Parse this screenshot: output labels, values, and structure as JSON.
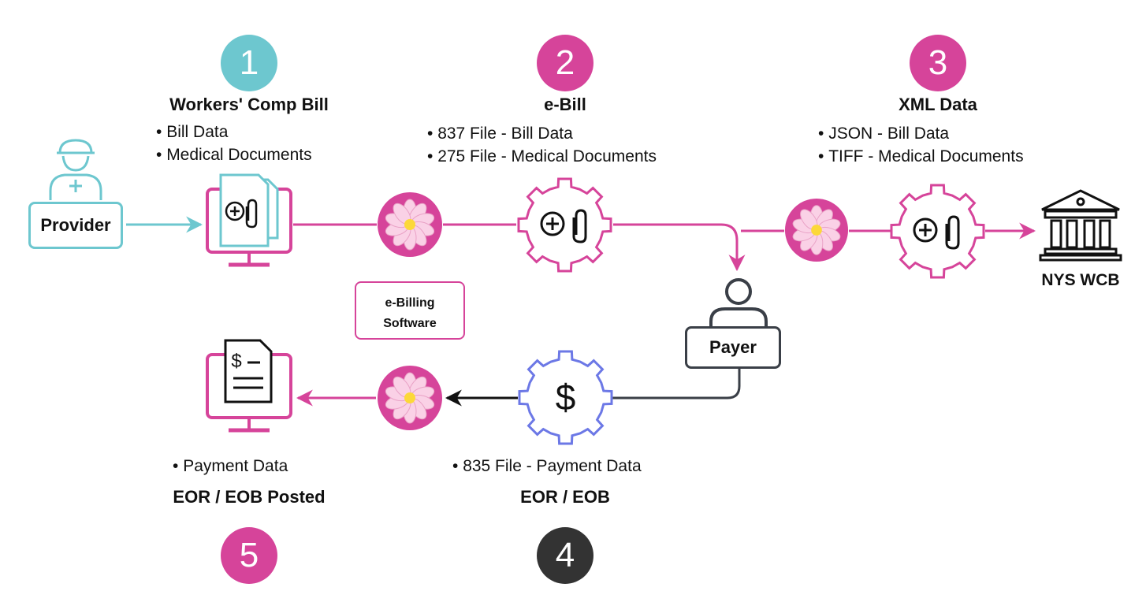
{
  "colors": {
    "teal": "#6dc7cf",
    "magenta": "#d6449a",
    "dark": "#333333",
    "blue": "#6c78e6",
    "gray": "#3a3f47",
    "flower_petal": "#fad1e6",
    "flower_center": "#fcd839"
  },
  "steps": [
    {
      "number": "1",
      "title": "Workers' Comp Bill",
      "bullets": [
        "Bill Data",
        "Medical Documents"
      ]
    },
    {
      "number": "2",
      "title": "e-Bill",
      "bullets": [
        "837 File - Bill Data",
        "275 File - Medical Documents"
      ]
    },
    {
      "number": "3",
      "title": "XML Data",
      "bullets": [
        "JSON - Bill Data",
        "TIFF - Medical Documents"
      ]
    },
    {
      "number": "4",
      "title": "EOR / EOB",
      "bullets": [
        "835 File - Payment Data"
      ]
    },
    {
      "number": "5",
      "title": "EOR / EOB Posted",
      "bullets": [
        "Payment Data"
      ]
    }
  ],
  "nodes": {
    "provider": "Provider",
    "software_line1": "e-Billing",
    "software_line2": "Software",
    "payer": "Payer",
    "wcb": "NYS WCB",
    "payment_symbol": "$"
  },
  "icons": [
    "provider-worker-icon",
    "monitor-documents-icon",
    "flower-logo-icon",
    "gear-attachment-icon",
    "payer-person-icon",
    "bank-building-icon",
    "gear-dollar-icon",
    "monitor-invoice-icon"
  ]
}
